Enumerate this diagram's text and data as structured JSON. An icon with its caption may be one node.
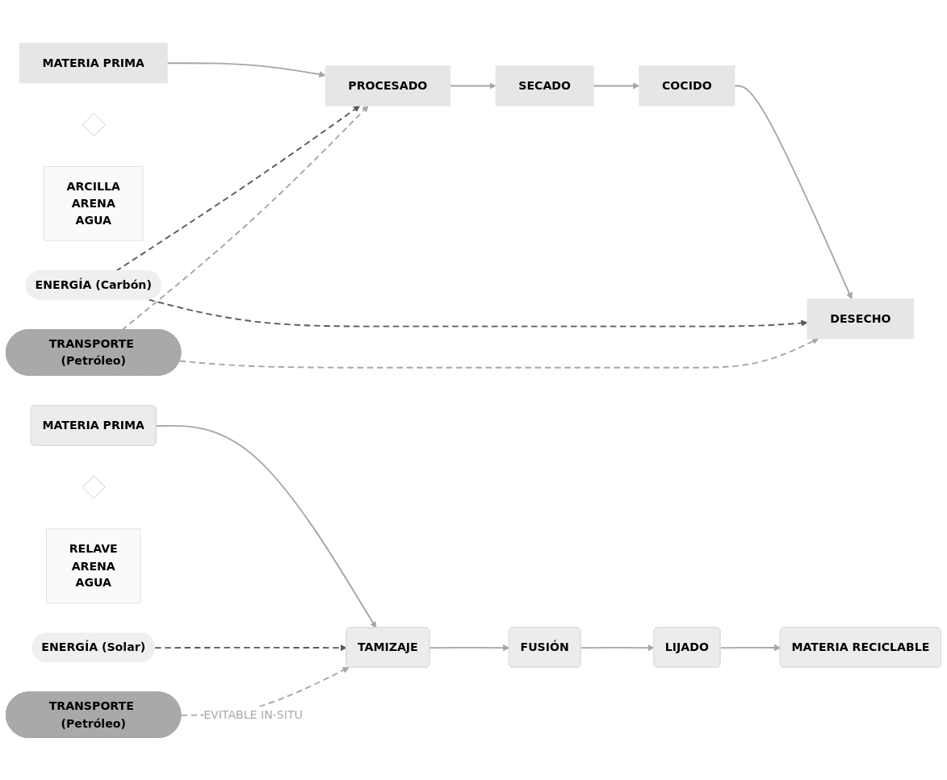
{
  "diagram": {
    "nodes": [
      {
        "text": [
          "MATERIA PRIMA"
        ]
      },
      {
        "text": [
          "PROCESADO"
        ]
      },
      {
        "text": [
          "SECADO"
        ]
      },
      {
        "text": [
          "COCIDO"
        ]
      },
      {
        "text": [
          "DESECHO"
        ]
      },
      {
        "text": [],
        "shape": "diamond"
      },
      {
        "text": [
          "ARCILLA",
          "ARENA",
          "AGUA"
        ]
      },
      {
        "text": [
          "ENERGÍA (Carbón)"
        ]
      },
      {
        "text": [
          "TRANSPORTE (Petróleo)"
        ]
      },
      {
        "text": [
          "MATERIA PRIMA"
        ]
      },
      {
        "text": [
          "TAMIZAJE"
        ]
      },
      {
        "text": [
          "FUSIÓN"
        ]
      },
      {
        "text": [
          "LIJADO"
        ]
      },
      {
        "text": [
          "MATERIA RECICLABLE"
        ]
      },
      {
        "text": [],
        "shape": "diamond"
      },
      {
        "text": [
          "RELAVE",
          "ARENA",
          "AGUA"
        ]
      },
      {
        "text": [
          "ENERGÍA (Solar)"
        ]
      },
      {
        "text": [
          "TRANSPORTE (Petróleo)"
        ]
      }
    ],
    "edges": [
      {
        "from": 0,
        "to": 1,
        "arrow": "to"
      },
      {
        "from": 1,
        "to": 2,
        "arrow": "to"
      },
      {
        "from": 2,
        "to": 3,
        "arrow": "to"
      },
      {
        "from": 3,
        "to": 4,
        "arrow": "to"
      },
      {
        "from": 7,
        "to": 1,
        "arrow": "to",
        "style": "dashed",
        "color": "#595959"
      },
      {
        "from": 7,
        "to": 4,
        "arrow": "to",
        "style": "dashed",
        "color": "#595959"
      },
      {
        "from": 8,
        "to": 1,
        "arrow": "to",
        "style": "dashed"
      },
      {
        "from": 8,
        "to": 4,
        "arrow": "to",
        "style": "dashed"
      },
      {
        "from": 9,
        "to": 10,
        "arrow": "to"
      },
      {
        "from": 10,
        "to": 11,
        "arrow": "to"
      },
      {
        "from": 11,
        "to": 12,
        "arrow": "to"
      },
      {
        "from": 12,
        "to": 13,
        "arrow": "to"
      },
      {
        "from": 16,
        "to": 10,
        "arrow": "to",
        "style": "dashed",
        "color": "#595959"
      },
      {
        "from": 17,
        "to": 10,
        "arrow": "to",
        "style": "dashed",
        "label": "EVITABLE IN-SITU"
      }
    ]
  }
}
